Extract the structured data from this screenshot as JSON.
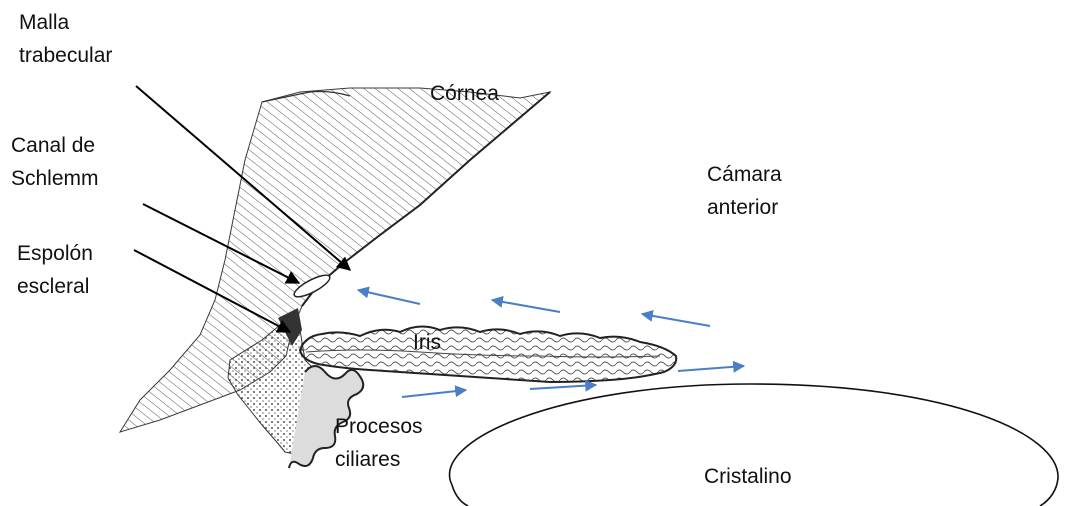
{
  "labels": {
    "malla_trabecular": [
      "Malla",
      "trabecular"
    ],
    "canal_schlemm": [
      "Canal de",
      "Schlemm"
    ],
    "espolon_escleral": [
      "Espolón",
      "escleral"
    ],
    "cornea": "Córnea",
    "camara_anterior": [
      "Cámara",
      "anterior"
    ],
    "iris": "Iris",
    "procesos_ciliares": [
      "Procesos",
      "ciliares"
    ],
    "cristalino": "Cristalino"
  },
  "colors": {
    "leader_lines": "#000000",
    "flow_arrows": "#4a7ec6",
    "ink": "#2a2a2a"
  }
}
